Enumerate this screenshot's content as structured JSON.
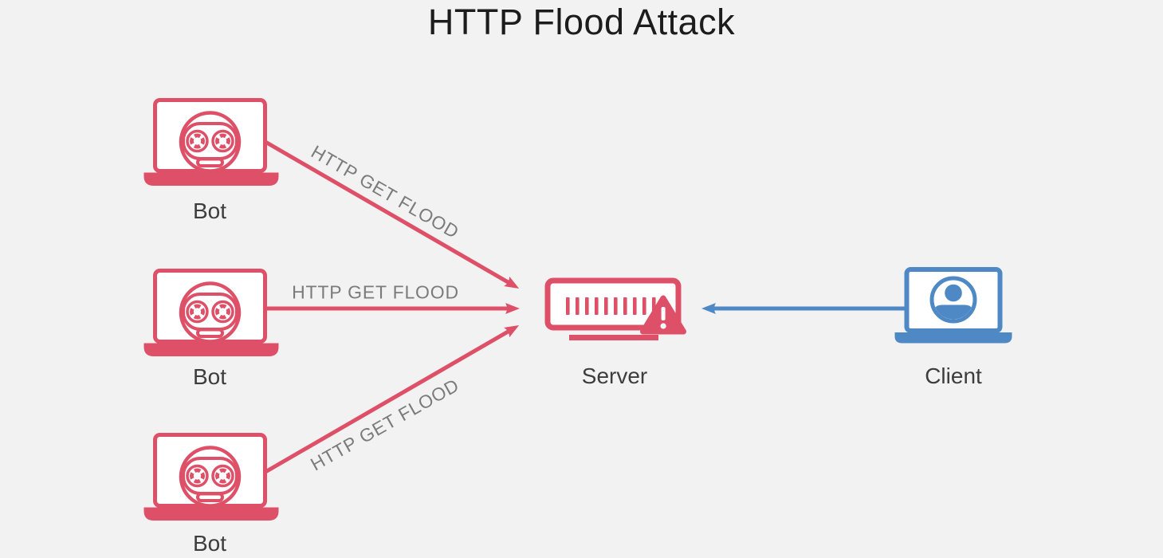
{
  "title": "HTTP Flood Attack",
  "colors": {
    "background": "#f2f2f2",
    "attack_red": "#de5068",
    "client_blue": "#4e89c6",
    "title_text": "#1c1c1c",
    "node_label_text": "#3d3d3d",
    "arrow_label_text": "#7b7b7b"
  },
  "nodes": {
    "bots": [
      {
        "label": "Bot",
        "icon": "bot-laptop-icon"
      },
      {
        "label": "Bot",
        "icon": "bot-laptop-icon"
      },
      {
        "label": "Bot",
        "icon": "bot-laptop-icon"
      }
    ],
    "server": {
      "label": "Server",
      "icon": "server-icon",
      "status_icon": "warning-triangle-icon"
    },
    "client": {
      "label": "Client",
      "icon": "client-laptop-icon",
      "avatar_icon": "user-icon"
    }
  },
  "arrows": {
    "attack": [
      {
        "label": "HTTP GET FLOOD",
        "from": "bot-top",
        "to": "server",
        "color": "#de5068"
      },
      {
        "label": "HTTP GET FLOOD",
        "from": "bot-middle",
        "to": "server",
        "color": "#de5068"
      },
      {
        "label": "HTTP GET FLOOD",
        "from": "bot-bottom",
        "to": "server",
        "color": "#de5068"
      }
    ],
    "client_request": {
      "from": "client",
      "to": "server",
      "color": "#4e89c6"
    }
  }
}
